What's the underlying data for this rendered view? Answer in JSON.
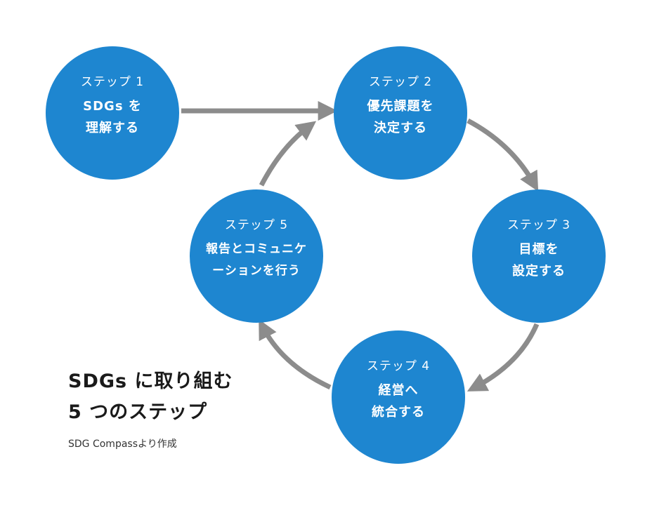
{
  "colors": {
    "circle": "#1e86d0",
    "arrow": "#8c8c8c",
    "circle_text": "#ffffff",
    "caption_text": "#1a1a1a"
  },
  "steps": [
    {
      "label": "ステップ 1",
      "title_line1": "SDGs を",
      "title_line2": "理解する"
    },
    {
      "label": "ステップ 2",
      "title_line1": "優先課題を",
      "title_line2": "決定する"
    },
    {
      "label": "ステップ 3",
      "title_line1": "目標を",
      "title_line2": "設定する"
    },
    {
      "label": "ステップ 4",
      "title_line1": "経営へ",
      "title_line2": "統合する"
    },
    {
      "label": "ステップ 5",
      "title_line1": "報告とコミュニケ",
      "title_line2": "ーションを行う"
    }
  ],
  "caption": {
    "title_line1": "SDGs に取り組む",
    "title_line2": "5 つのステップ",
    "source": "SDG Compassより作成"
  }
}
